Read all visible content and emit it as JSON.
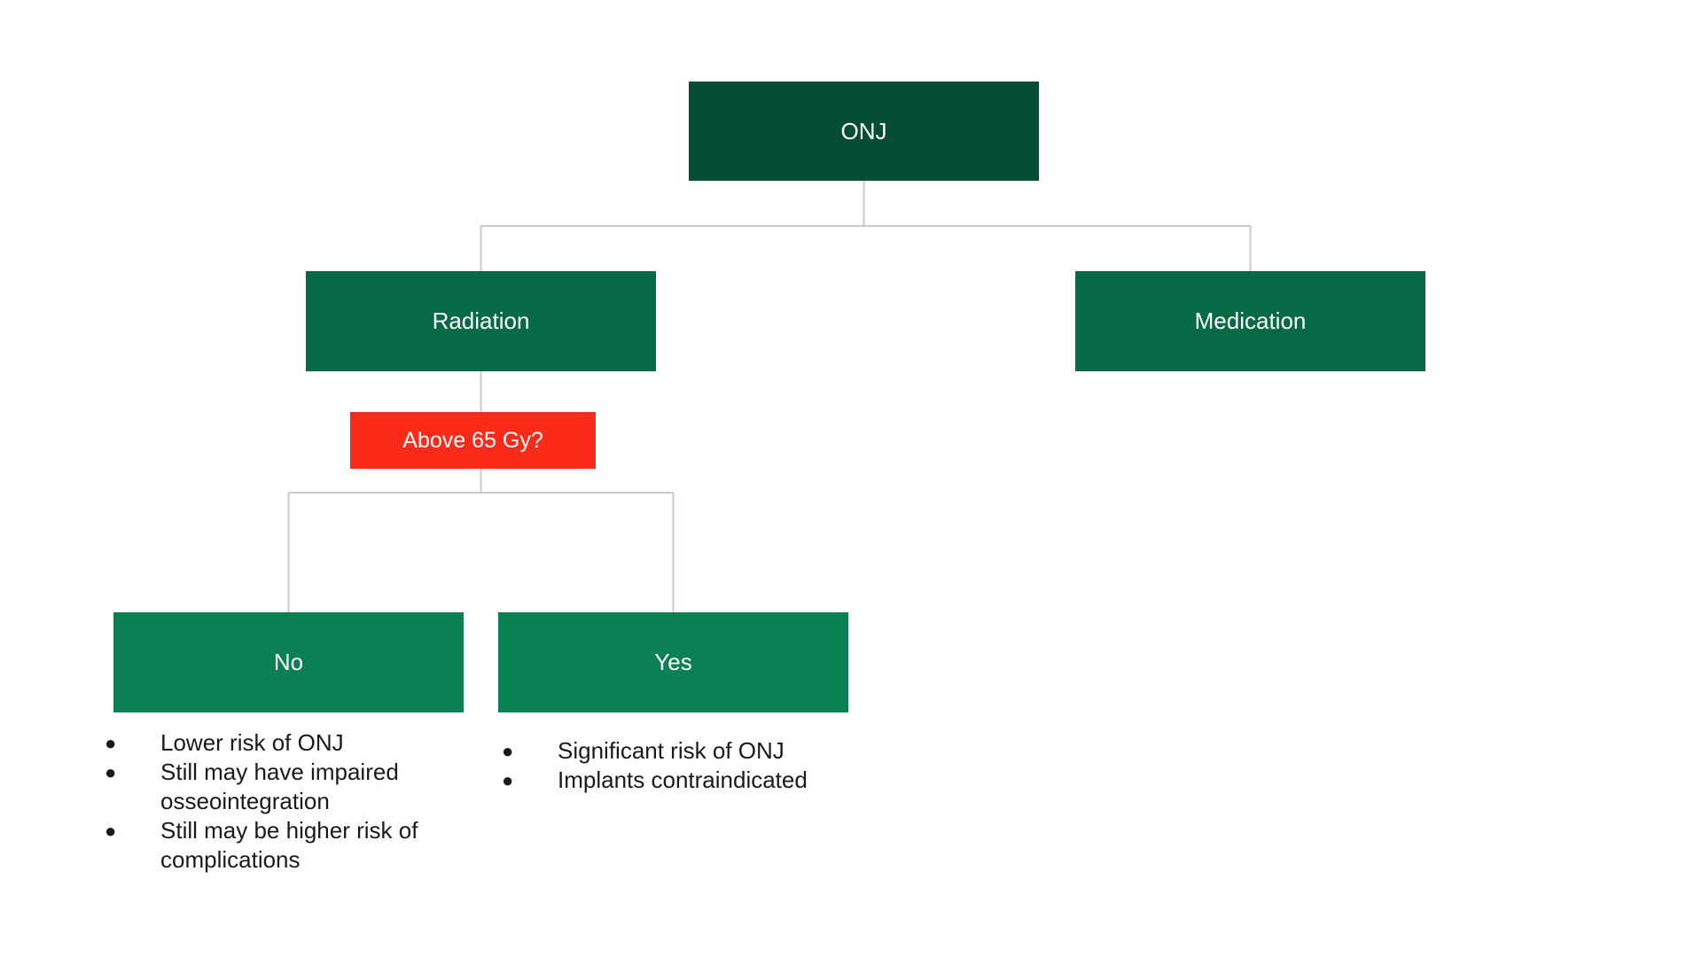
{
  "diagram": {
    "root": {
      "label": "ONJ"
    },
    "categories": [
      {
        "label": "Radiation"
      },
      {
        "label": "Medication"
      }
    ],
    "question": {
      "label": "Above 65 Gy?"
    },
    "answers": [
      {
        "label": "No",
        "notes": [
          "Lower risk of ONJ",
          "Still may have impaired osseointegration",
          "Still may be higher risk of complications"
        ]
      },
      {
        "label": "Yes",
        "notes": [
          "Significant risk of ONJ",
          "Implants contraindicated"
        ]
      }
    ]
  },
  "colors": {
    "root_fill": "#064d35",
    "category_fill": "#076a47",
    "answer_fill": "#0b8153",
    "question_fill": "#fc2b19",
    "connector": "#c9c9c9",
    "note_text": "#1a1a1a"
  },
  "bullet_glyph": "●"
}
